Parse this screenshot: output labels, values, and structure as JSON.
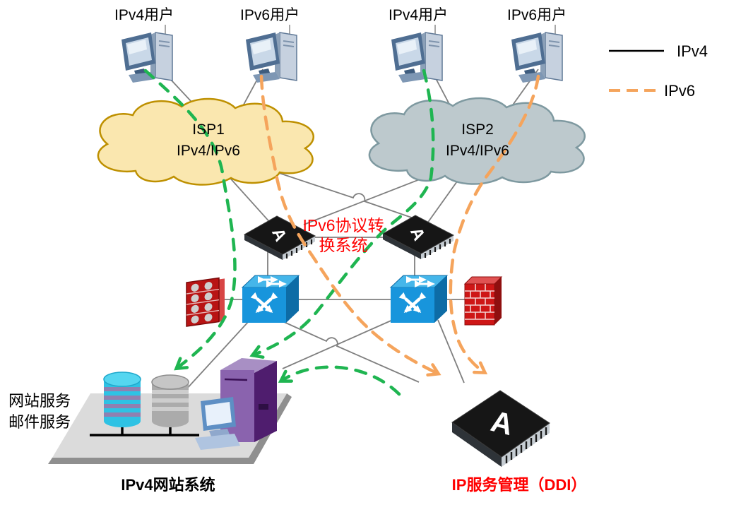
{
  "diagram": {
    "users": [
      {
        "label": "IPv4用户"
      },
      {
        "label": "IPv6用户"
      },
      {
        "label": "IPv4用户"
      },
      {
        "label": "IPv6用户"
      }
    ],
    "legend": {
      "ipv4_label": "IPv4",
      "ipv6_label": "IPv6"
    },
    "clouds": [
      {
        "name": "ISP1",
        "protocols": "IPv4/IPv6"
      },
      {
        "name": "ISP2",
        "protocols": "IPv4/IPv6"
      }
    ],
    "converter": {
      "label_line1": "IPv6协议转",
      "label_line2": "换系统",
      "logo": "A"
    },
    "ddi": {
      "label": "IP服务管理（DDI）",
      "logo": "A"
    },
    "server_farm": {
      "services_line1": "网站服务",
      "services_line2": "邮件服务",
      "caption": "IPv4网站系统"
    },
    "colors": {
      "ipv4_legend": "#000000",
      "ipv6_flow": "#F5A45C",
      "green_flow": "#1FB551",
      "gray_link": "#7F7F7F",
      "cloud1_fill": "#FAE7AF",
      "cloud1_border": "#BE9000",
      "cloud2_fill": "#BDC9CD",
      "cloud2_border": "#7E99A0",
      "red_label": "#FF0000"
    }
  }
}
